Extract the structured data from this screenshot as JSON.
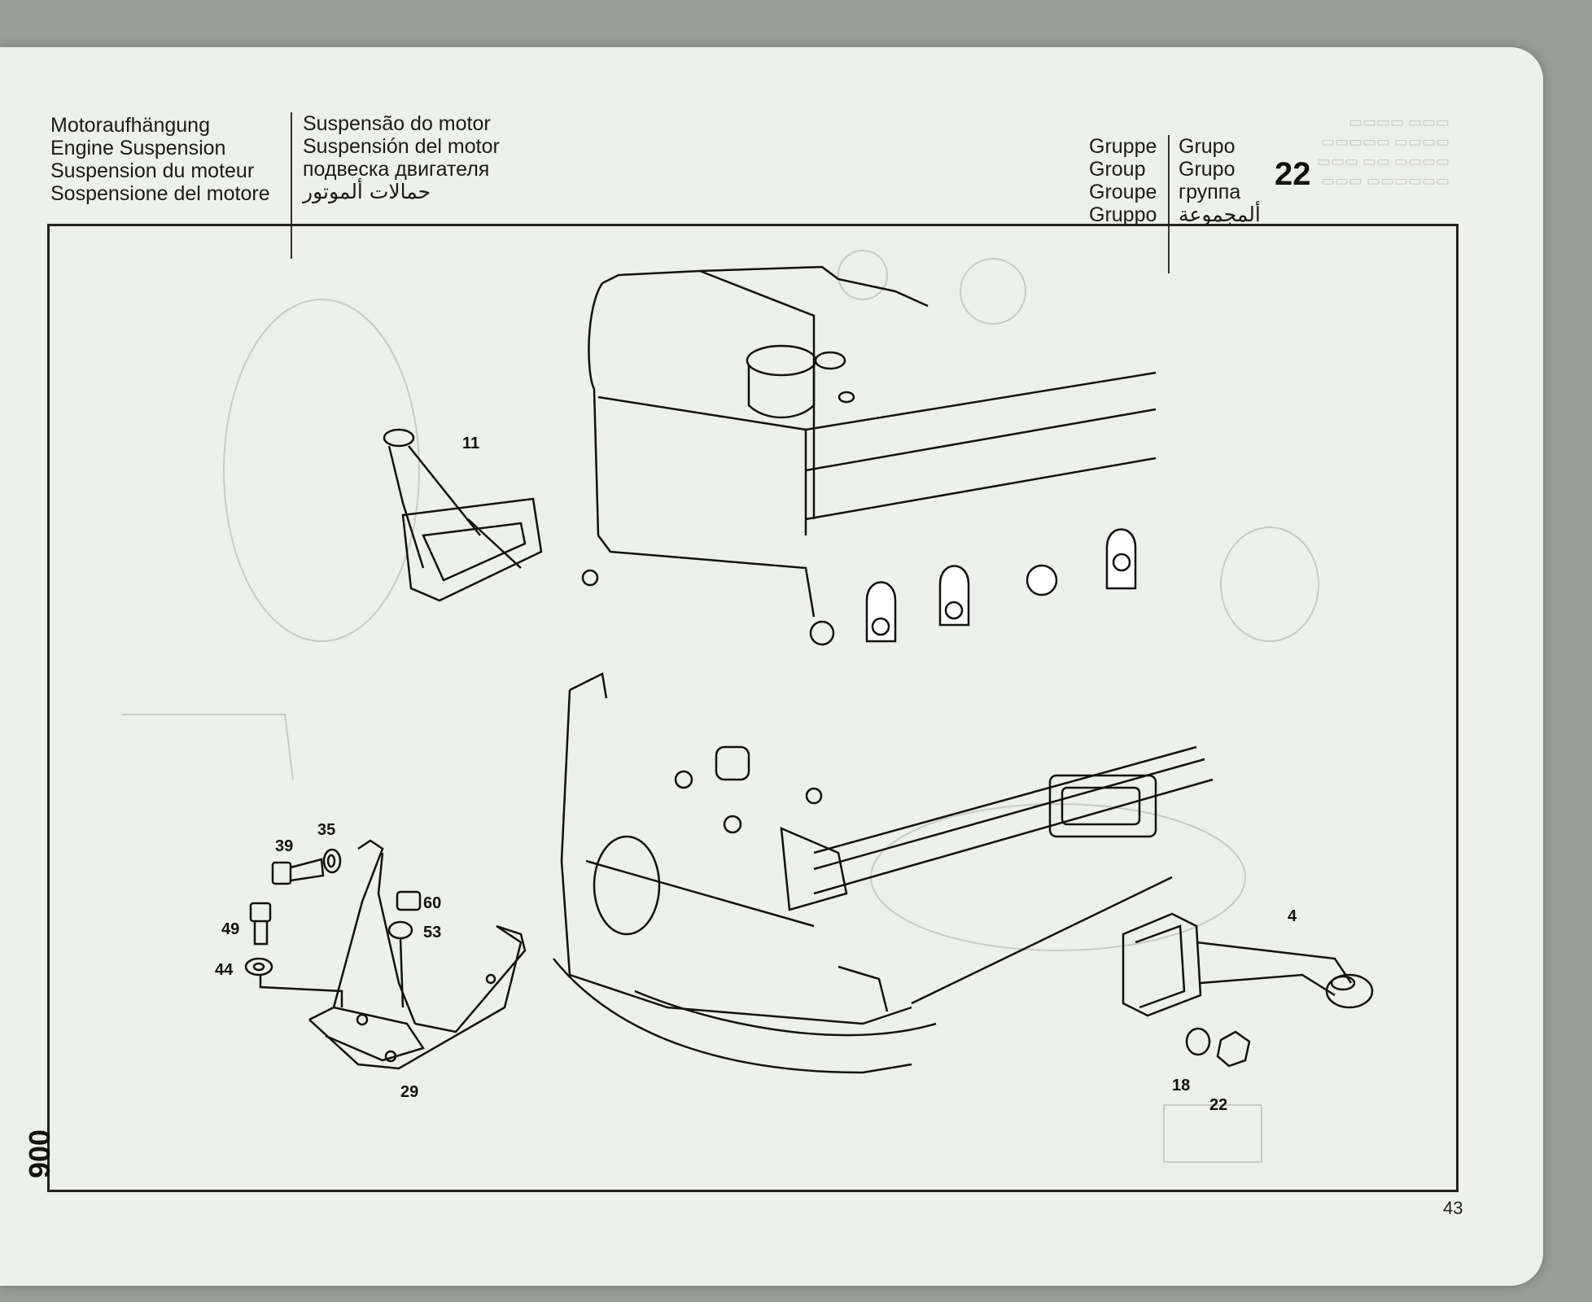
{
  "header": {
    "titles_left": [
      "Motoraufhängung",
      "Engine Suspension",
      "Suspension du moteur",
      "Sospensione del motore"
    ],
    "titles_right": [
      "Suspensão do motor",
      "Suspensión del motor",
      "подвеска двигателя",
      "حمالات ألموتور"
    ],
    "group_labels": [
      "Gruppe",
      "Group",
      "Groupe",
      "Gruppo"
    ],
    "group_values": [
      "Grupo",
      "Grupo",
      "группа",
      "ألمجموعة"
    ],
    "group_number": "22"
  },
  "diagram": {
    "callouts": [
      "11",
      "39",
      "35",
      "60",
      "53",
      "49",
      "44",
      "29",
      "4",
      "18",
      "22"
    ]
  },
  "footer": {
    "side_code": "900",
    "page_number": "43"
  },
  "colors": {
    "paper": "#eef0ec",
    "ink": "#111111",
    "ghost": "#c8c9c5",
    "background": "#9a9c97"
  }
}
